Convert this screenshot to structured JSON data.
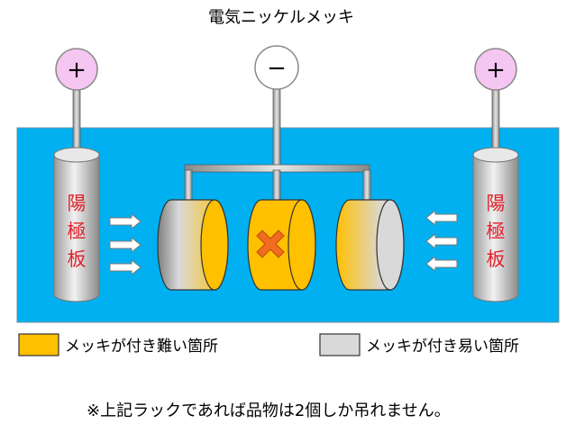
{
  "title": "電気ニッケルメッキ",
  "terminals": {
    "left": "+",
    "center": "−",
    "right": "+"
  },
  "anodes": {
    "left_label": [
      "陽",
      "極",
      "板"
    ],
    "right_label": [
      "陽",
      "極",
      "板"
    ]
  },
  "legend": [
    {
      "label": "メッキが付き難い箇所",
      "color": "#ffc000"
    },
    {
      "label": "メッキが付き易い箇所",
      "color": "#d9d9d9"
    }
  ],
  "note": "※上記ラックであれば品物は2個しか吊れません。",
  "colors": {
    "bath": "#00b0f0",
    "terminal_plus": "#f5c6f2",
    "cross": "#f06c1e"
  }
}
